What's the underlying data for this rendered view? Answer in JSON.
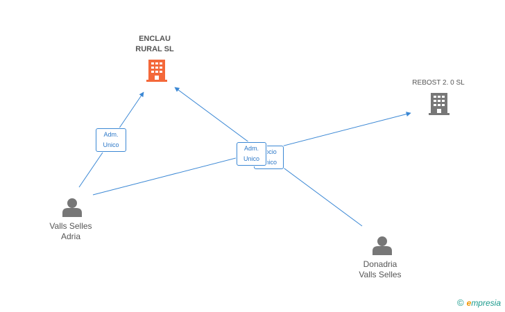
{
  "nodes": {
    "enclau": {
      "line1": "ENCLAU",
      "line2": "RURAL SL",
      "icon": "building-icon",
      "color": "#f4683a"
    },
    "rebost": {
      "label": "REBOST 2. 0 SL",
      "icon": "building-icon",
      "color": "#777777"
    },
    "valls_adria": {
      "line1": "Valls Selles",
      "line2": "Adria",
      "icon": "person-icon"
    },
    "donadria": {
      "line1": "Donadria",
      "line2": "Valls Selles",
      "icon": "person-icon"
    }
  },
  "edges": {
    "adria_enclau": {
      "line1": "Adm.",
      "line2": "Unico"
    },
    "donadria_enclau": {
      "line1": "Adm.",
      "line2": "Unico"
    },
    "adria_rebost": {
      "line1": "Socio",
      "line2": "Único"
    }
  },
  "colors": {
    "edge": "#3a87d4",
    "node_icon": "#777777",
    "company_highlight": "#f4683a"
  },
  "watermark": {
    "symbol": "©",
    "e": "e",
    "rest": "mpresia"
  }
}
